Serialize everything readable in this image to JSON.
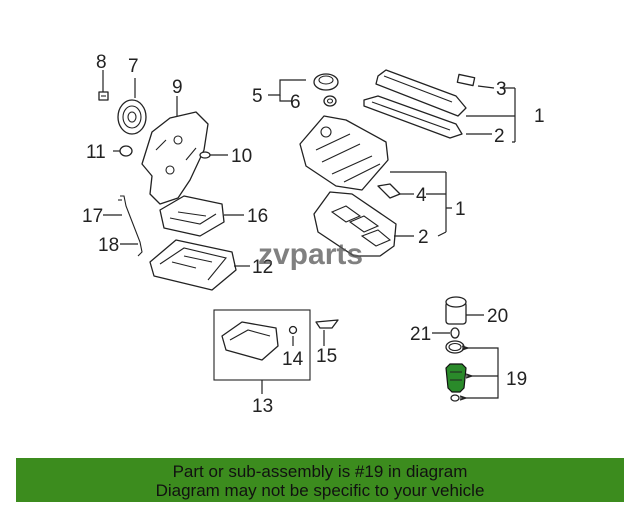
{
  "watermark": "zvparts",
  "callouts": {
    "c1a": "1",
    "c1b": "1",
    "c2a": "2",
    "c2b": "2",
    "c3": "3",
    "c4": "4",
    "c5": "5",
    "c6": "6",
    "c7": "7",
    "c8": "8",
    "c9": "9",
    "c10": "10",
    "c11": "11",
    "c12": "12",
    "c13": "13",
    "c14": "14",
    "c15": "15",
    "c16": "16",
    "c17": "17",
    "c18": "18",
    "c19": "19",
    "c20": "20",
    "c21": "21"
  },
  "banner": {
    "line1": "Part or sub-assembly is #19 in diagram",
    "line2": "Diagram may not be specific to your vehicle"
  },
  "colors": {
    "banner_bg": "#3c8c1e",
    "highlight_part": "#2a8a2a"
  }
}
